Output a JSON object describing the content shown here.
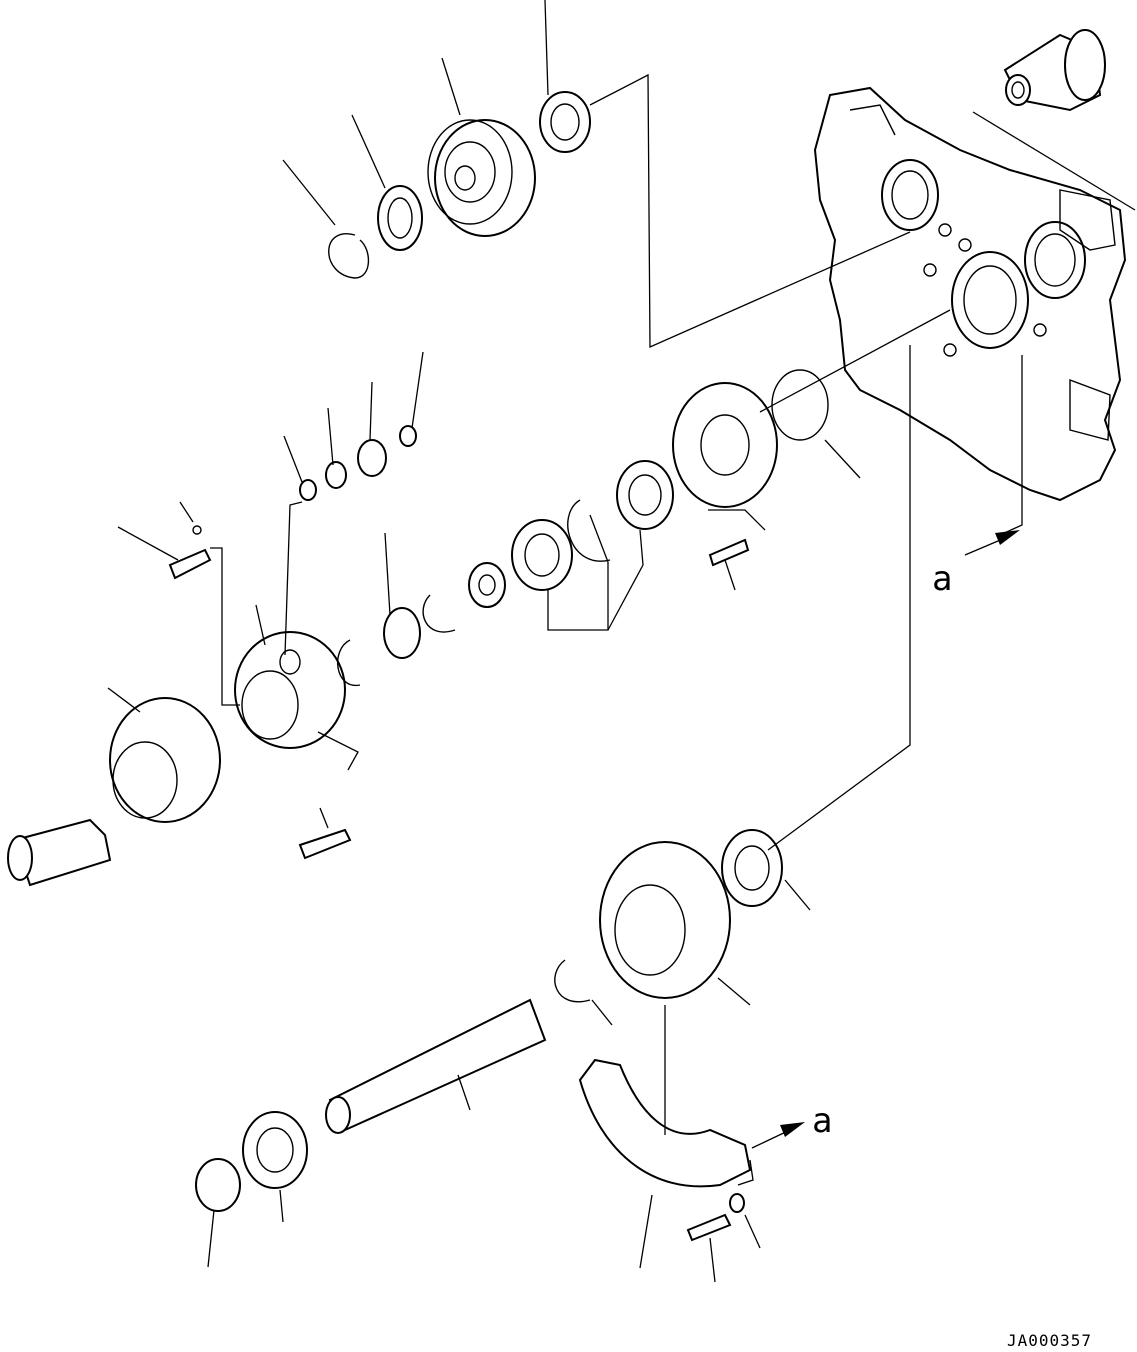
{
  "figure": {
    "id": "JA000357",
    "reference_labels": [
      "a",
      "a"
    ]
  }
}
